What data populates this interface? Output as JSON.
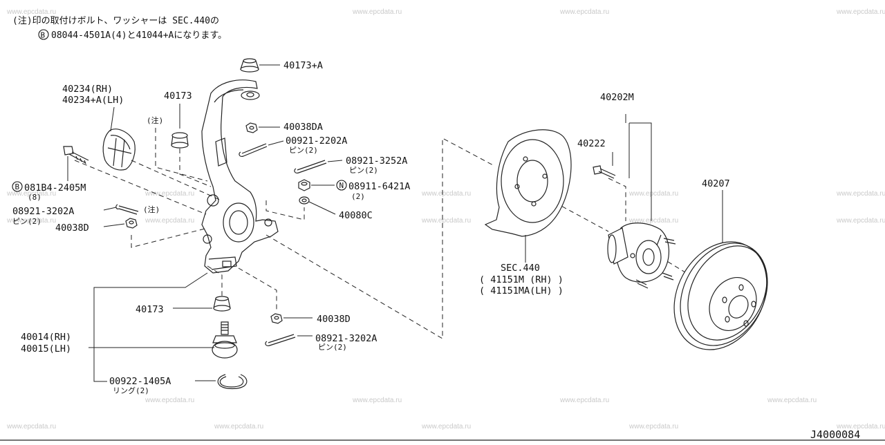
{
  "watermark": "www.epcdata.ru",
  "note": {
    "line1": "(注)印の取付けボルト、ワッシャーは SEC.440の",
    "line2_code": "08044-4501A(4)と41044+Aになります。",
    "line2_mark": "B"
  },
  "labels": {
    "p40173A": "40173+A",
    "p40173": "40173",
    "p40234": "40234(RH)",
    "p40234A": "40234+A(LH)",
    "chu1": "(注)",
    "p40038DA": "40038DA",
    "p00921": "00921-2202A",
    "p00921_sub": "ピン(2)",
    "p08921_3252": "08921-3252A",
    "p08921_3252_sub": "ピン(2)",
    "p08911_mark": "N",
    "p08911": "08911-6421A",
    "p08911_sub": "(2)",
    "p081B4_mark": "B",
    "p081B4": "081B4-2405M",
    "p081B4_sub": "(8)",
    "p08921_3202": "08921-3202A",
    "p08921_3202_sub": "ピン(2)",
    "chu2": "(注)",
    "p40080C": "40080C",
    "p40038D": "40038D",
    "p40173b": "40173",
    "p40038D2": "40038D",
    "p08921_3202b": "08921-3202A",
    "p08921_3202b_sub": "ピン(2)",
    "p40014": "40014(RH)",
    "p40015": "40015(LH)",
    "p00922": "00922-1405A",
    "p00922_sub": "リング(2)",
    "sec440": "SEC.440",
    "p41151M": "( 41151M  (RH) )",
    "p41151MA": "( 41151MA(LH) )",
    "p40202M": "40202M",
    "p40222": "40222",
    "p40207": "40207"
  },
  "diagram_code": "J4000084"
}
